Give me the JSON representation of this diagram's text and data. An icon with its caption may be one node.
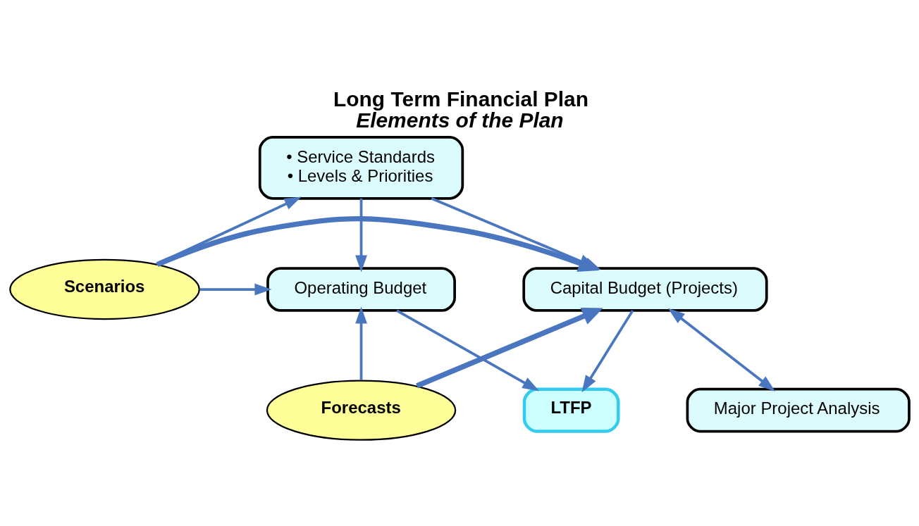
{
  "diagram": {
    "title": "Long Term Financial Plan",
    "caption": "Elements of the Plan",
    "nodes": [
      {
        "text": [
          "• Service Standards",
          "• Levels & Priorities"
        ]
      },
      {
        "text": [
          "Operating Budget"
        ]
      },
      {
        "text": [
          "Scenarios"
        ]
      },
      {
        "text": [
          "Capital Budget (Projects)"
        ]
      },
      {
        "text": [
          "Forecasts"
        ]
      },
      {
        "text": [
          "Major Project Analysis"
        ]
      },
      {
        "text": [
          "LTFP"
        ]
      }
    ],
    "edges": [
      {
        "from": 0,
        "to": 1,
        "arrow": "to"
      },
      {
        "from": 0,
        "to": 3,
        "arrow": "to"
      },
      {
        "from": 2,
        "to": 0,
        "arrow": "to"
      },
      {
        "from": 2,
        "to": 1,
        "arrow": "to"
      },
      {
        "from": 2,
        "to": 3,
        "arrow": "to",
        "style": "thick"
      },
      {
        "from": 4,
        "to": 1,
        "arrow": "to"
      },
      {
        "from": 4,
        "to": 3,
        "arrow": "to",
        "style": "thick"
      },
      {
        "from": 3,
        "to": 5,
        "arrow": "both"
      },
      {
        "from": 1,
        "to": 6,
        "arrow": "to"
      },
      {
        "from": 3,
        "to": 6,
        "arrow": "to"
      }
    ]
  }
}
